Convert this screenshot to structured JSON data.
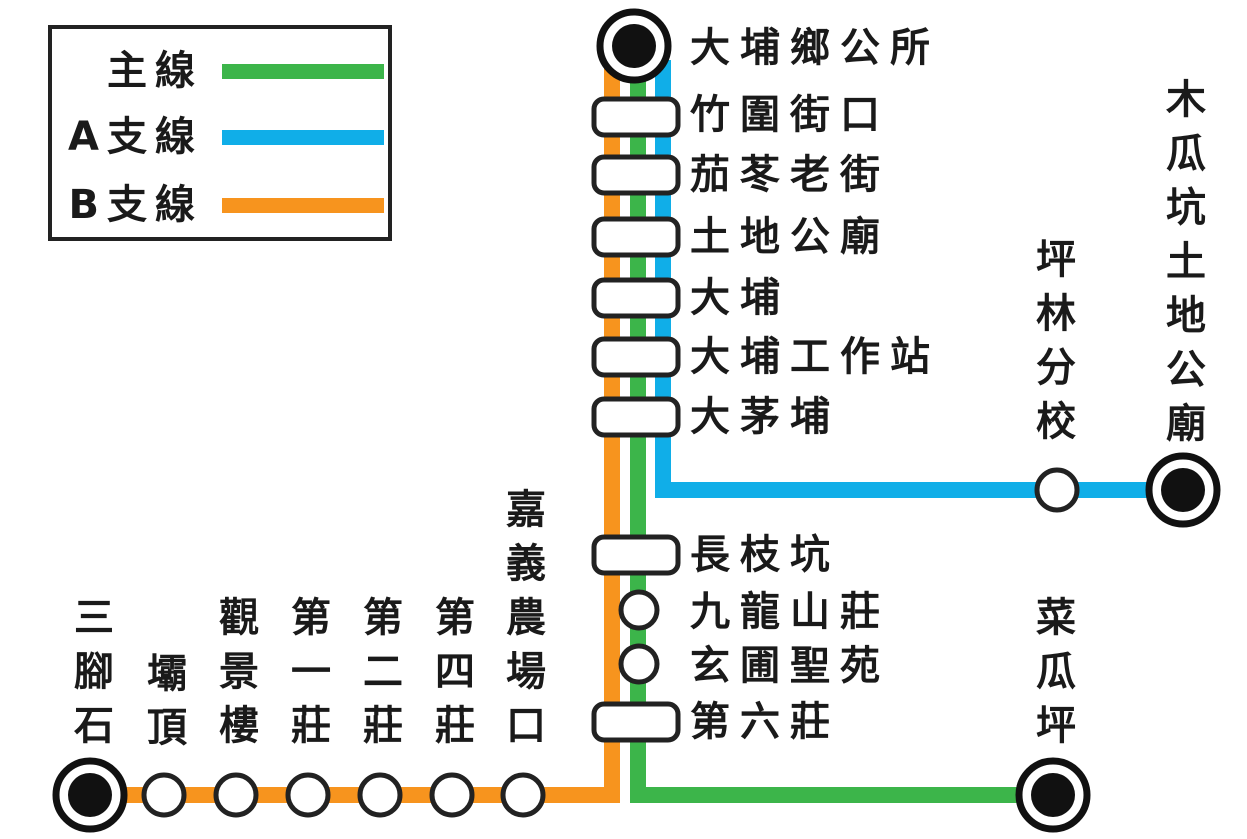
{
  "legend": {
    "items": [
      {
        "label": "主線",
        "color": "#3cb54a"
      },
      {
        "label": "A支線",
        "color": "#10aee8"
      },
      {
        "label": "B支線",
        "color": "#f7941e"
      }
    ]
  },
  "stations": {
    "terminal_top": "大埔鄉公所",
    "trunk": [
      "竹圍街口",
      "茄苳老街",
      "土地公廟",
      "大埔",
      "大埔工作站",
      "大茅埔"
    ],
    "lower": [
      "長枝坑",
      "九龍山莊",
      "玄圃聖苑",
      "第六莊"
    ],
    "a_branch": [
      "坪林分校",
      "木瓜坑土地公廟"
    ],
    "main_end": "菜瓜坪",
    "b_branch": [
      "嘉義農場口",
      "第四莊",
      "第二莊",
      "第一莊",
      "觀景樓",
      "壩頂",
      "三腳石"
    ]
  }
}
